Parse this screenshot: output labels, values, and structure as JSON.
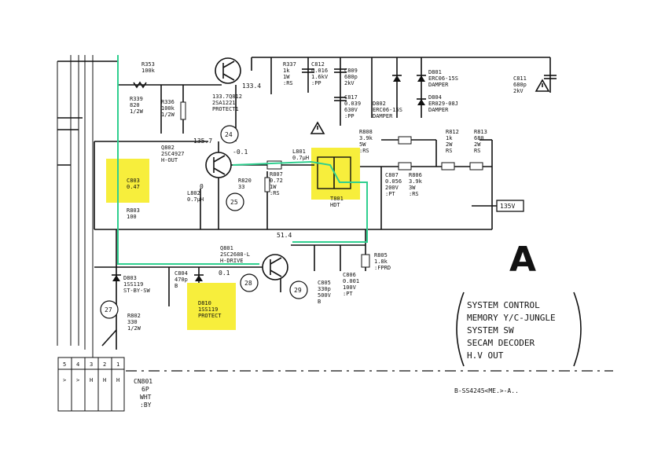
{
  "highlight_color": "#f7ee3c",
  "trace_color": "#2fcf8f",
  "parts": {
    "r353": [
      "R353",
      "100k"
    ],
    "q812": [
      "133.7Q812",
      "2SA1221",
      "PROTECT1"
    ],
    "q812_v": "133.4",
    "r337": [
      "R337",
      "1k",
      "1W",
      ":RS"
    ],
    "c812": [
      "C812",
      "0.016",
      "1.6kV",
      ":PP"
    ],
    "c809": [
      "C809",
      "680p",
      "2kV"
    ],
    "c817": [
      "C817",
      "0.039",
      "630V",
      ":PP"
    ],
    "d802": [
      "D802",
      "ERC06-15S",
      "DAMPER"
    ],
    "d801": [
      "D801",
      "ERC06-15S",
      "DAMPER"
    ],
    "d804": [
      "D804",
      "ER029-08J",
      "DAMPER"
    ],
    "c811": [
      "C811",
      "680p",
      "2kV"
    ],
    "r339": [
      "R339",
      "820",
      "1/2W"
    ],
    "r336": [
      "R336",
      "100k",
      "1/2W"
    ],
    "q802": [
      "Q802",
      "2SC4927",
      "H-OUT"
    ],
    "q802_v": [
      "135.7",
      "-0.1",
      "0"
    ],
    "l802": [
      "L802",
      "0.7µH"
    ],
    "r820": [
      "R820",
      "33"
    ],
    "l801": [
      "L801",
      "0.7µH"
    ],
    "r807": [
      "R807",
      "0.72",
      "1W",
      ":RS"
    ],
    "t801": [
      "T801",
      "HDT"
    ],
    "r808": [
      "R808",
      "3.9k",
      "5W",
      ":RS"
    ],
    "c807": [
      "C807",
      "0.056",
      "200V",
      ":PT"
    ],
    "r806": [
      "R806",
      "3.9k",
      "3W",
      ":RS"
    ],
    "r812": [
      "R812",
      "1k",
      "2W",
      "RS"
    ],
    "r813": [
      "R813",
      "680",
      "2W",
      "RS"
    ],
    "c803": [
      "C803",
      "0.47"
    ],
    "r803": [
      "R803",
      "100"
    ],
    "q801": [
      "Q801",
      "2SC2688-L",
      "H-DRIVE"
    ],
    "q801_v": [
      "51.4",
      "0.1"
    ],
    "r805": [
      "R805",
      "1.8k",
      ":FPRD"
    ],
    "d803": [
      "D803",
      "1SS119",
      "ST-BY-SW"
    ],
    "c804": [
      "C804",
      "470p",
      "B"
    ],
    "d810": [
      "D810",
      "1SS119",
      "PROTECT"
    ],
    "c805": [
      "C805",
      "330p",
      "500V",
      "B"
    ],
    "c806": [
      "C806",
      "0.001",
      "100V",
      ":PT"
    ],
    "r802": [
      "R802",
      "330",
      "1/2W"
    ]
  },
  "points": [
    "24",
    "25",
    "28",
    "29",
    "27"
  ],
  "rail_voltage": "135V",
  "board_letter": "A",
  "system_blocks": [
    "SYSTEM CONTROL",
    "MEMORY   Y/C-JUNGLE",
    "SYSTEM SW",
    "SECAM DECODER",
    "H.V OUT"
  ],
  "connector": [
    "CN801",
    "6P",
    "WHT",
    ":BY"
  ],
  "connector_pins": [
    "5",
    "4",
    "3",
    "2",
    "1"
  ],
  "pin_signals": [
    ">",
    ">",
    "H",
    "H",
    "H"
  ],
  "drawing_ref": "B-SS4245<ME.>-A.."
}
